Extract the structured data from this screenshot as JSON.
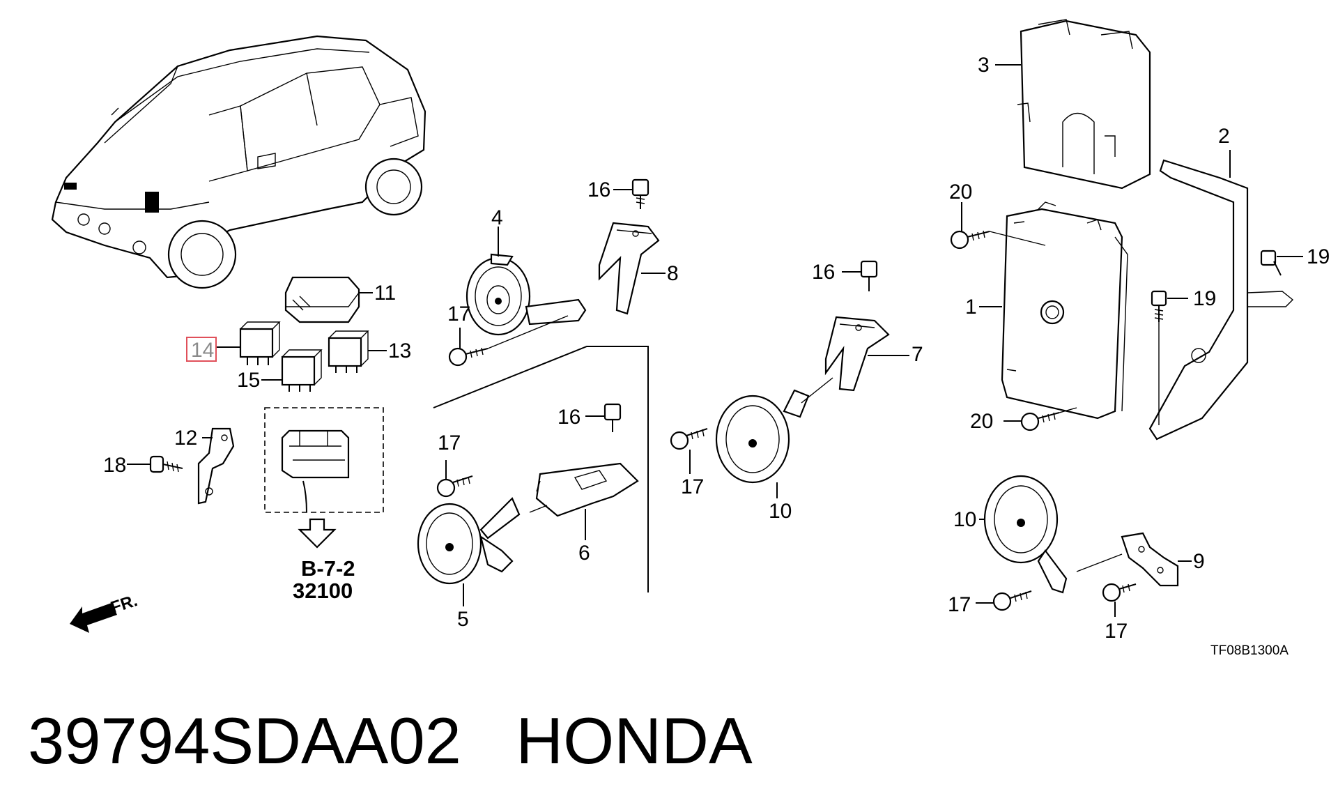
{
  "diagram": {
    "callouts": [
      {
        "id": "c1",
        "text": "1"
      },
      {
        "id": "c2",
        "text": "2"
      },
      {
        "id": "c3",
        "text": "3"
      },
      {
        "id": "c4",
        "text": "4"
      },
      {
        "id": "c5",
        "text": "5"
      },
      {
        "id": "c6",
        "text": "6"
      },
      {
        "id": "c7",
        "text": "7"
      },
      {
        "id": "c8",
        "text": "8"
      },
      {
        "id": "c9",
        "text": "9"
      },
      {
        "id": "c10a",
        "text": "10"
      },
      {
        "id": "c10b",
        "text": "10"
      },
      {
        "id": "c11",
        "text": "11"
      },
      {
        "id": "c12",
        "text": "12"
      },
      {
        "id": "c13",
        "text": "13"
      },
      {
        "id": "c14",
        "text": "14"
      },
      {
        "id": "c15",
        "text": "15"
      },
      {
        "id": "c16a",
        "text": "16"
      },
      {
        "id": "c16b",
        "text": "16"
      },
      {
        "id": "c16c",
        "text": "16"
      },
      {
        "id": "c17a",
        "text": "17"
      },
      {
        "id": "c17b",
        "text": "17"
      },
      {
        "id": "c17c",
        "text": "17"
      },
      {
        "id": "c17d",
        "text": "17"
      },
      {
        "id": "c17e",
        "text": "17"
      },
      {
        "id": "c18",
        "text": "18"
      },
      {
        "id": "c19a",
        "text": "19"
      },
      {
        "id": "c19b",
        "text": "19"
      },
      {
        "id": "c20a",
        "text": "20"
      },
      {
        "id": "c20b",
        "text": "20"
      }
    ],
    "highlighted_callout": "14",
    "reference_section": "B-7-2",
    "reference_part": "32100",
    "front_marker": "FR.",
    "drawing_code": "TF08B1300A"
  },
  "caption": {
    "part_number": "39794SDAA02",
    "brand": "HONDA",
    "text": "39794SDAA02   HONDA"
  }
}
